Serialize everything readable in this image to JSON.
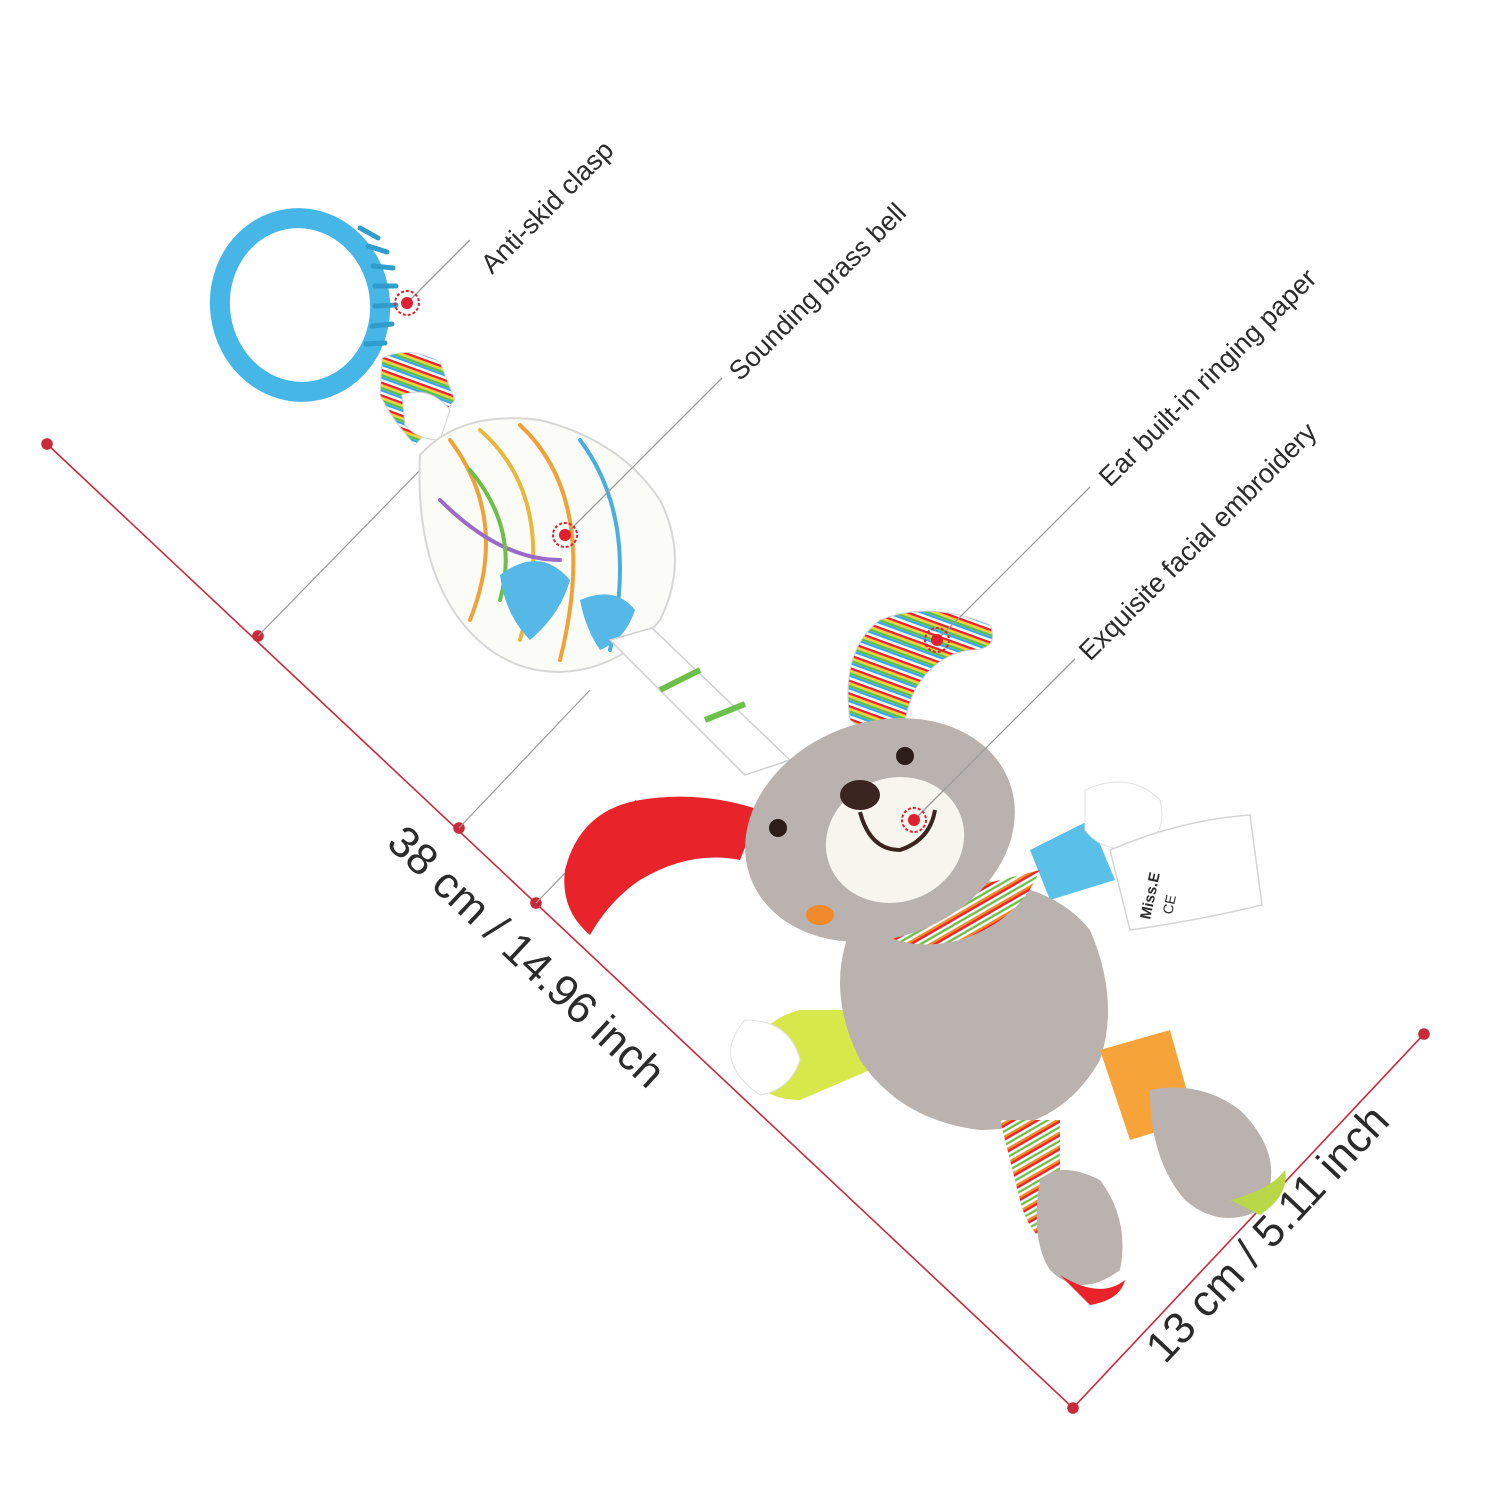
{
  "callouts": {
    "clasp": "Anti-skid clasp",
    "bell": "Sounding brass bell",
    "ear": "Ear built-in ringing paper",
    "face": "Exquisite facial embroidery"
  },
  "dimensions": {
    "length": "38 cm / 14.96 inch",
    "width": "13 cm / 5.11 inch"
  },
  "label_tag": {
    "brand": "Miss.E",
    "marks": "CE"
  },
  "colors": {
    "dimension_line": "#c92a3a",
    "marker": "#e0202f",
    "clasp": "#45b6e6",
    "plush_body": "#b9b2ae",
    "dog_ear_red": "#e8232a"
  }
}
